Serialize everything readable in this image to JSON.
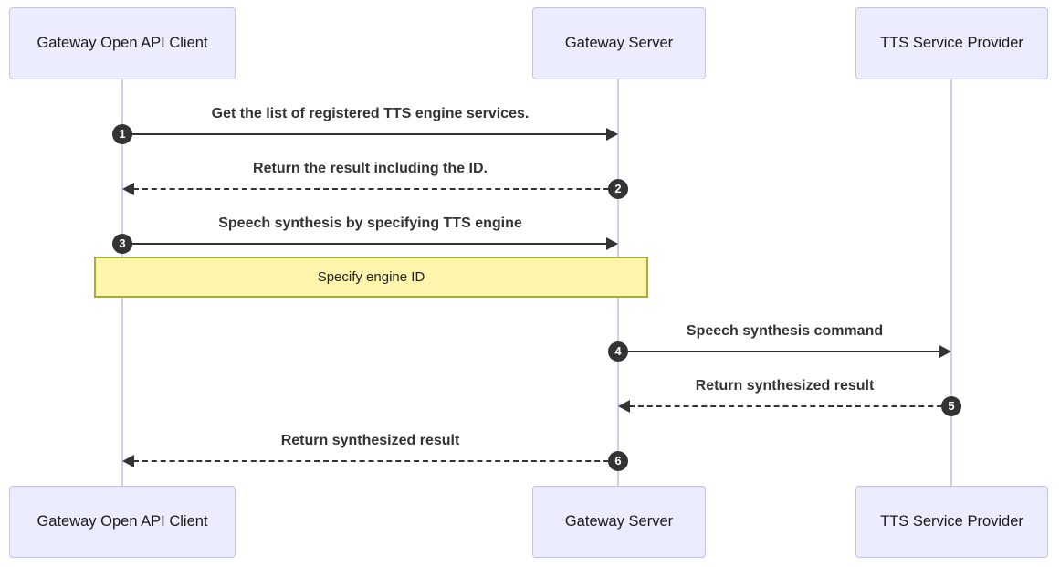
{
  "diagram": {
    "type": "sequence-diagram",
    "participants": [
      {
        "id": "client",
        "label": "Gateway Open API Client"
      },
      {
        "id": "server",
        "label": "Gateway Server"
      },
      {
        "id": "tts",
        "label": "TTS Service Provider"
      }
    ],
    "messages": [
      {
        "num": "1",
        "text": "Get the list of registered TTS engine services.",
        "from": "client",
        "to": "server",
        "line": "solid"
      },
      {
        "num": "2",
        "text": "Return the result including the ID.",
        "from": "server",
        "to": "client",
        "line": "dashed"
      },
      {
        "num": "3",
        "text": "Speech synthesis by specifying TTS engine",
        "from": "client",
        "to": "server",
        "line": "solid"
      },
      {
        "num": "4",
        "text": "Speech synthesis command",
        "from": "server",
        "to": "tts",
        "line": "solid"
      },
      {
        "num": "5",
        "text": "Return synthesized result",
        "from": "tts",
        "to": "server",
        "line": "dashed"
      },
      {
        "num": "6",
        "text": "Return synthesized result",
        "from": "server",
        "to": "client",
        "line": "dashed"
      }
    ],
    "note": {
      "text": "Specify engine ID",
      "over": [
        "client",
        "server"
      ]
    },
    "colors": {
      "participant_fill": "#ECECFF",
      "participant_border": "#C5C2DE",
      "lifeline": "#D5CBEE",
      "note_fill": "#FFF5AD",
      "note_border": "#AAAA33",
      "arrow": "#333333",
      "number_badge_fill": "#333333",
      "number_badge_text": "#FFFFFF",
      "message_text": "#333333"
    }
  }
}
